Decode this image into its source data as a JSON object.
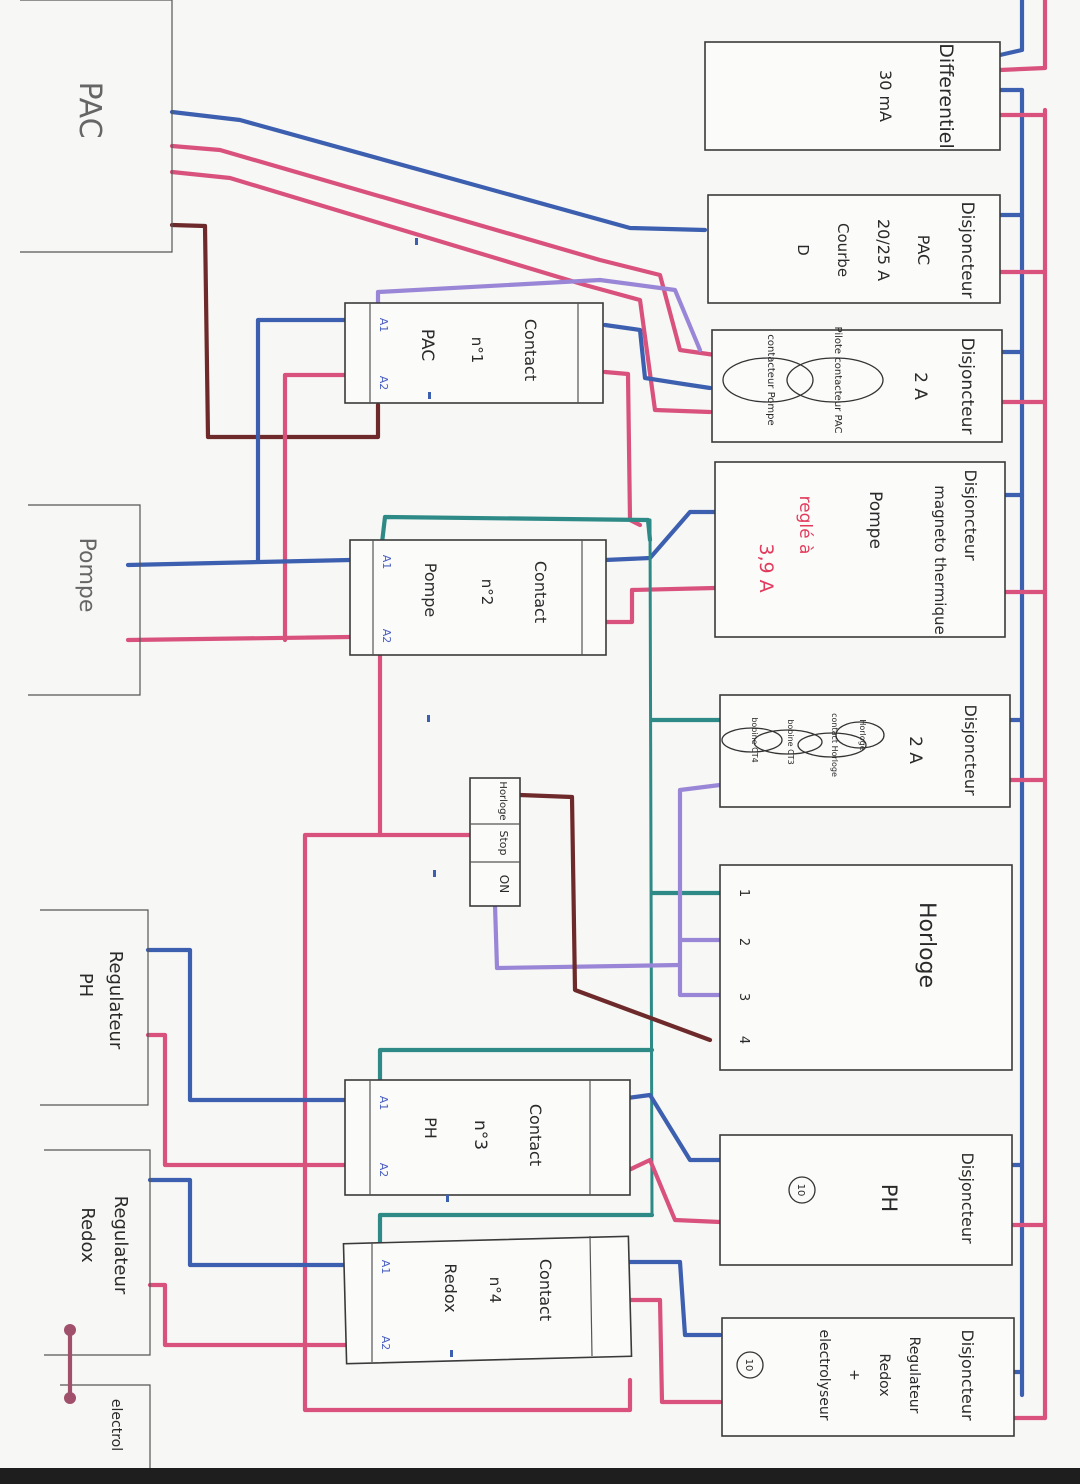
{
  "colors": {
    "blue": "#3d5fb0",
    "pink": "#d9527d",
    "teal": "#2e8a86",
    "violet": "#9a86d6",
    "brown": "#6e2a2a",
    "red_note": "#e23a5c"
  },
  "sources": {
    "pac": "PAC",
    "pompe": "Pompe",
    "regulateur_ph": [
      "Regulateur",
      "PH"
    ],
    "regulateur_redox": [
      "Regulateur",
      "Redox"
    ],
    "electrolyseur": "electrol"
  },
  "breakers": [
    {
      "lines": [
        "Differentiel"
      ],
      "sub": [
        "30 mA"
      ]
    },
    {
      "lines": [
        "Disjoncteur"
      ],
      "sub": [
        "PAC",
        "20/25 A",
        "Courbe",
        "D"
      ]
    },
    {
      "lines": [
        "Disjoncteur"
      ],
      "sub": [
        "2 A"
      ],
      "ovals": [
        "Pilote contacteur PAC",
        "contacteur Pompe"
      ]
    },
    {
      "lines": [
        "Disjoncteur",
        "magneto thermique"
      ],
      "sub": [
        "Pompe"
      ],
      "note": [
        "reglé à",
        "3,9 A"
      ]
    },
    {
      "lines": [
        "Disjoncteur"
      ],
      "sub": [
        "2 A"
      ],
      "ovals": [
        "Horloge",
        "contact Horloge",
        "bobine CT3",
        "bobine CT4"
      ]
    },
    {
      "lines": [
        "Disjoncteur"
      ],
      "sub": [
        "PH"
      ],
      "badge": "10"
    },
    {
      "lines": [
        "Disjoncteur"
      ],
      "sub": [
        "Regulateur",
        "Redox",
        "+",
        "electrolyseur"
      ],
      "badge": "10"
    }
  ],
  "horloge": {
    "title": "Horloge",
    "terminals": [
      "1",
      "2",
      "3",
      "4"
    ]
  },
  "switch": {
    "labels": [
      "Horloge",
      "Stop",
      "ON"
    ]
  },
  "contactors": [
    {
      "title": [
        "Contact",
        "n°1"
      ],
      "name": "PAC",
      "a1": "A1",
      "a2": "A2"
    },
    {
      "title": [
        "Contact",
        "n°2"
      ],
      "name": "Pompe",
      "a1": "A1",
      "a2": "A2"
    },
    {
      "title": [
        "Contact",
        "n°3"
      ],
      "name": "PH",
      "a1": "A1",
      "a2": "A2"
    },
    {
      "title": [
        "Contact",
        "n°4"
      ],
      "name": "Redox",
      "a1": "A1",
      "a2": "A2"
    }
  ]
}
